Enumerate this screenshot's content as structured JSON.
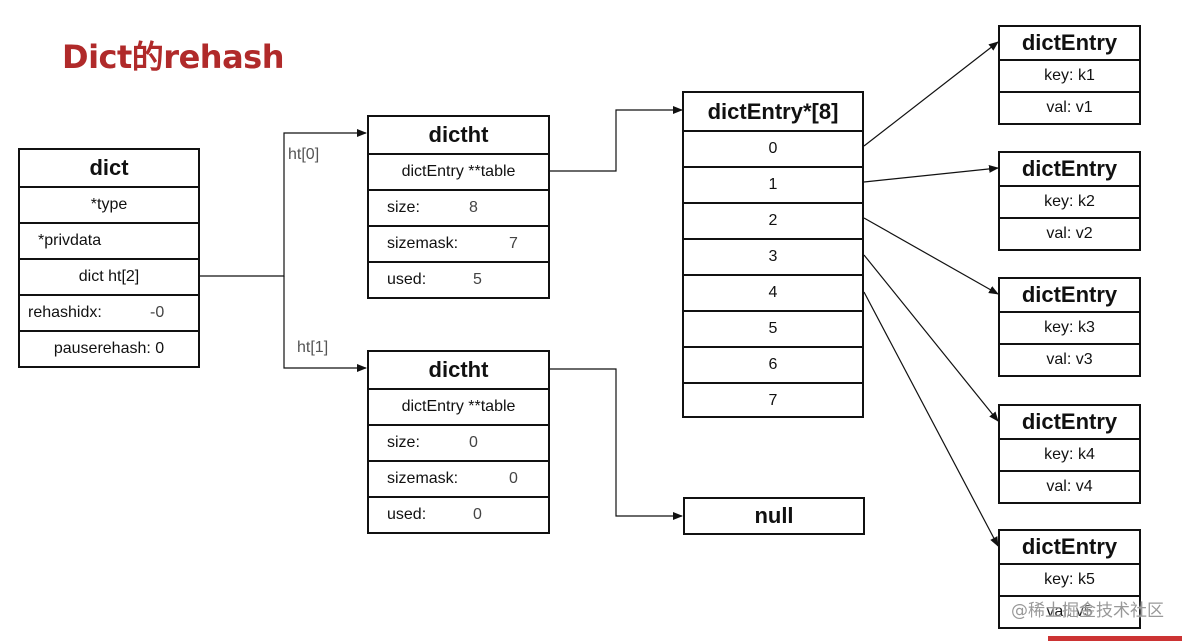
{
  "title": "Dict的rehash",
  "dict": {
    "header": "dict",
    "rows": [
      "*type",
      "*privdata",
      "dict ht[2]",
      "rehashidx:",
      "pauserehash: 0"
    ],
    "rehashidx_value": "-0"
  },
  "edges": {
    "ht0": "ht[0]",
    "ht1": "ht[1]"
  },
  "ht0": {
    "header": "dictht",
    "table_label": "dictEntry **table",
    "size_label": "size:",
    "size_value": "8",
    "sizemask_label": "sizemask:",
    "sizemask_value": "7",
    "used_label": "used:",
    "used_value": "5"
  },
  "ht1": {
    "header": "dictht",
    "table_label": "dictEntry **table",
    "size_label": "size:",
    "size_value": "0",
    "sizemask_label": "sizemask:",
    "sizemask_value": "0",
    "used_label": "used:",
    "used_value": "0"
  },
  "array": {
    "header": "dictEntry*[8]",
    "slots": [
      "0",
      "1",
      "2",
      "3",
      "4",
      "5",
      "6",
      "7"
    ]
  },
  "null_box": "null",
  "entries": [
    {
      "header": "dictEntry",
      "key": "key: k1",
      "val": "val: v1"
    },
    {
      "header": "dictEntry",
      "key": "key: k2",
      "val": "val: v2"
    },
    {
      "header": "dictEntry",
      "key": "key: k3",
      "val": "val: v3"
    },
    {
      "header": "dictEntry",
      "key": "key: k4",
      "val": "val: v4"
    },
    {
      "header": "dictEntry",
      "key": "key: k5",
      "val": "val: v5"
    }
  ],
  "watermark": "@稀土掘金技术社区"
}
